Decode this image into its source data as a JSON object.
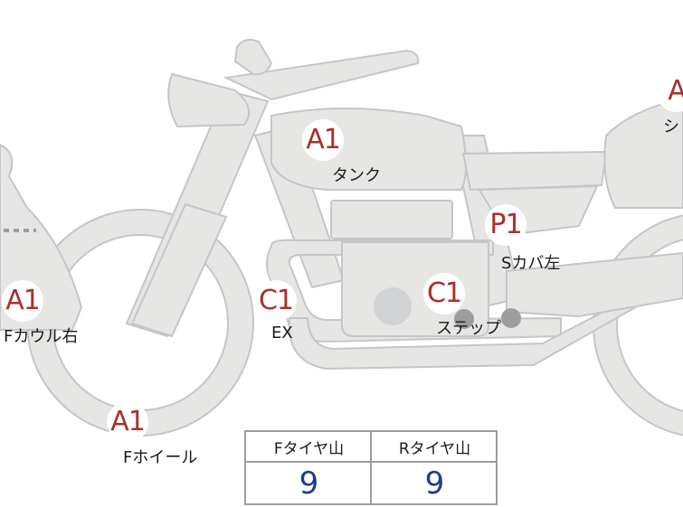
{
  "colors": {
    "body_fill": "#e6e6e4",
    "body_stroke": "#c4c6c8",
    "badge_text": "#a8302c",
    "value_text": "#1f3d8a",
    "table_border": "#9a9da2"
  },
  "parts": [
    {
      "code": "A1",
      "label": "タンク"
    },
    {
      "code": "P1",
      "label": "Sカバ左"
    },
    {
      "code": "C1",
      "label": "EX"
    },
    {
      "code": "C1",
      "label": "ステップ"
    },
    {
      "code": "A1",
      "label": "Fカウル右"
    },
    {
      "code": "A1",
      "label": "Fホイール"
    },
    {
      "code": "A",
      "label": "シ"
    }
  ],
  "tyre_table": {
    "front_label": "Fタイヤ山",
    "front_value": "9",
    "rear_label": "Rタイヤ山",
    "rear_value": "9"
  }
}
